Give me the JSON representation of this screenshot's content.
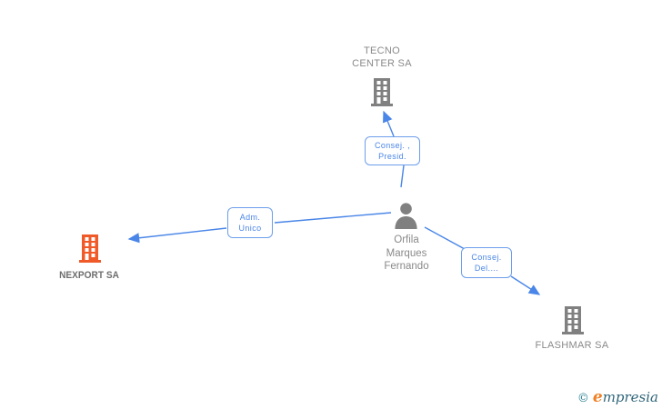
{
  "diagram_title": "corporate-relations-graph",
  "nodes": {
    "tecno": {
      "label_line1": "TECNO",
      "label_line2": "CENTER SA"
    },
    "nexport": {
      "label": "NEXPORT SA"
    },
    "flashmar": {
      "label": "FLASHMAR SA"
    },
    "person": {
      "line1": "Orfila",
      "line2": "Marques",
      "line3": "Fernando"
    }
  },
  "relations": {
    "presid": {
      "line1": "Consej. ,",
      "line2": "Presid."
    },
    "adm": {
      "line1": "Adm.",
      "line2": "Unico"
    },
    "consejdel": {
      "line1": "Consej.",
      "line2": "Del...."
    }
  },
  "branding": {
    "copyright_symbol": "©",
    "logo_initial": "e",
    "logo_rest": "mpresia"
  },
  "colors": {
    "line_blue": "#4a86e8",
    "box_border_blue": "#6d9eeb",
    "box_text_blue": "#4a86e8",
    "icon_gray": "#808080",
    "icon_orange": "#f05a28",
    "label_gray": "#8a8a8a",
    "highlight_label_gray": "#6e6e6e",
    "logo_teal": "#2a7f8f",
    "logo_teal_dark": "#2f6579",
    "logo_orange": "#f08026"
  }
}
